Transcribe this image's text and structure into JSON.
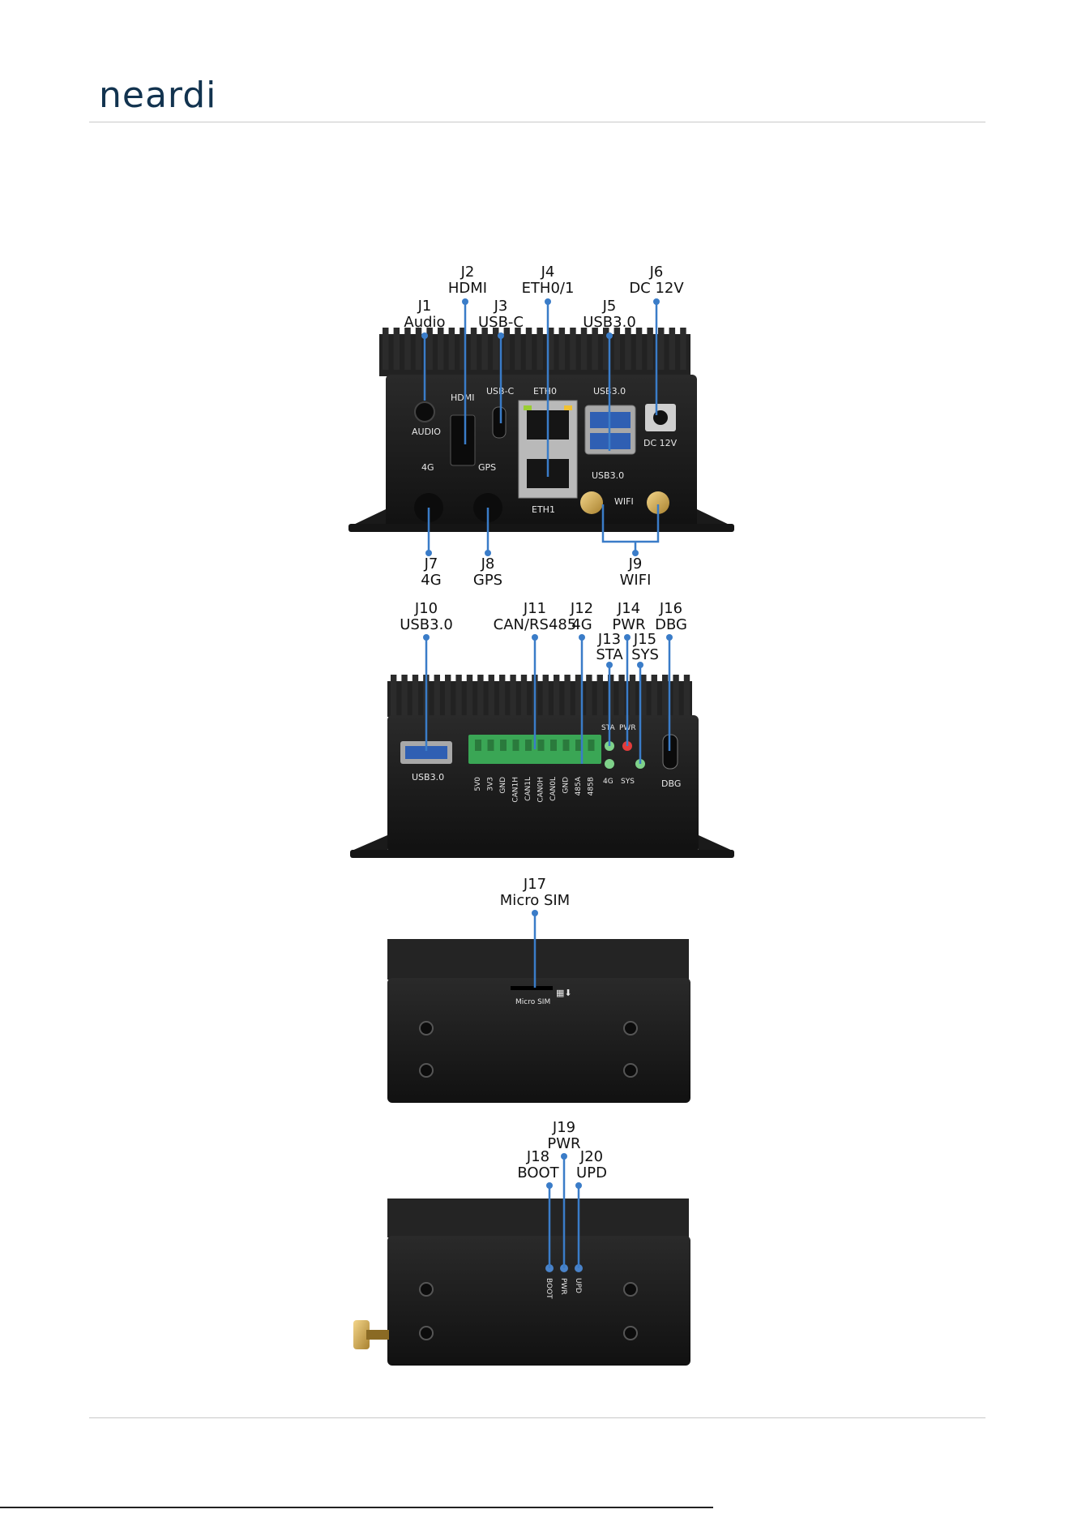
{
  "brand": {
    "logo_text": "neardi"
  },
  "views": {
    "front": {
      "callouts": [
        {
          "id": "J1",
          "name": "Audio"
        },
        {
          "id": "J2",
          "name": "HDMI"
        },
        {
          "id": "J3",
          "name": "USB-C"
        },
        {
          "id": "J4",
          "name": "ETH0/1"
        },
        {
          "id": "J5",
          "name": "USB3.0"
        },
        {
          "id": "J6",
          "name": "DC 12V"
        },
        {
          "id": "J7",
          "name": "4G"
        },
        {
          "id": "J8",
          "name": "GPS"
        },
        {
          "id": "J9",
          "name": "WIFI"
        }
      ],
      "silkscreen": [
        "AUDIO",
        "HDMI",
        "USB-C",
        "ETH0",
        "ETH1",
        "USB3.0",
        "USB3.0",
        "DC 12V",
        "4G",
        "GPS",
        "WIFI"
      ]
    },
    "rear": {
      "callouts": [
        {
          "id": "J10",
          "name": "USB3.0"
        },
        {
          "id": "J11",
          "name": "CAN/RS485"
        },
        {
          "id": "J12",
          "name": "4G"
        },
        {
          "id": "J13",
          "name": "STA"
        },
        {
          "id": "J14",
          "name": "PWR"
        },
        {
          "id": "J15",
          "name": "SYS"
        },
        {
          "id": "J16",
          "name": "DBG"
        }
      ],
      "silkscreen": [
        "USB3.0",
        "STA",
        "PWR",
        "4G",
        "SYS",
        "DBG"
      ],
      "terminal_pins": [
        "5V0",
        "3V3",
        "GND",
        "CAN1H",
        "CAN1L",
        "CAN0H",
        "CAN0L",
        "GND",
        "485A",
        "485B"
      ]
    },
    "side_left": {
      "callouts": [
        {
          "id": "J17",
          "name": "Micro SIM"
        }
      ],
      "silkscreen": [
        "Micro SIM"
      ]
    },
    "side_right": {
      "callouts": [
        {
          "id": "J18",
          "name": "BOOT"
        },
        {
          "id": "J19",
          "name": "PWR"
        },
        {
          "id": "J20",
          "name": "UPD"
        }
      ],
      "silkscreen": [
        "BOOT",
        "PWR",
        "UPD"
      ]
    }
  },
  "colors": {
    "leader": "#3a7cc8",
    "chassis": "#1b1b1b",
    "terminal": "#3aa655",
    "brand": "#12334f"
  }
}
